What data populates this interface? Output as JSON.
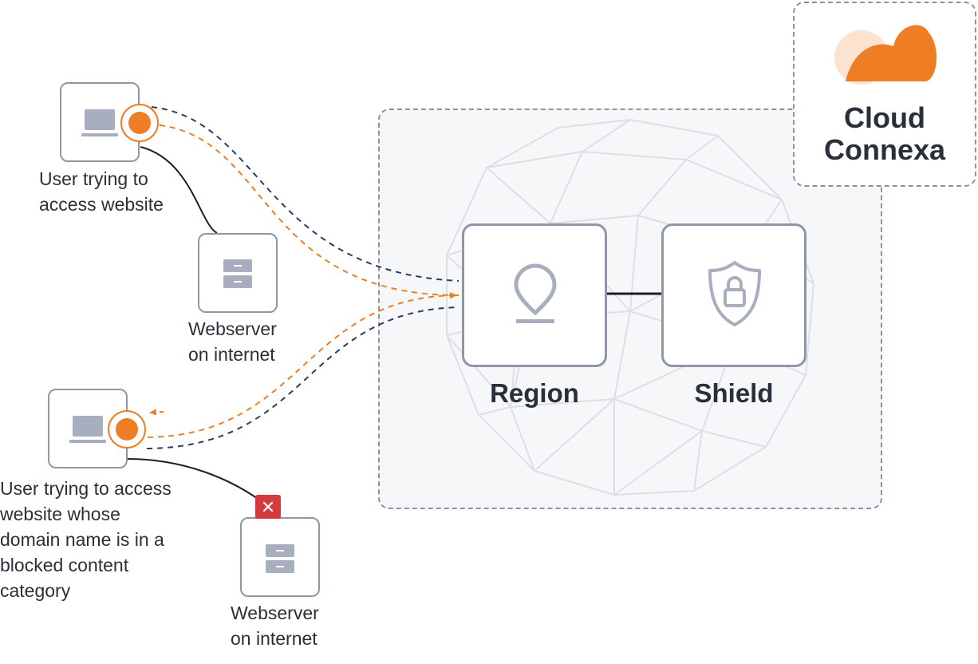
{
  "brand": {
    "name_line1": "Cloud",
    "name_line2": "Connexa"
  },
  "nodes": {
    "user_top": {
      "label_line1": "User trying to",
      "label_line2": "access website"
    },
    "webserver_top": {
      "label_line1": "Webserver",
      "label_line2": "on internet"
    },
    "user_bottom": {
      "label_lines": [
        "User trying to access",
        "website whose",
        "domain name is in a",
        "blocked content",
        "category"
      ]
    },
    "webserver_bottom": {
      "label_line1": "Webserver",
      "label_line2": "on internet"
    },
    "region": {
      "label": "Region"
    },
    "shield": {
      "label": "Shield"
    }
  },
  "colors": {
    "orange": "#ee7d23",
    "navy": "#2d3a66",
    "border": "#8f97a6",
    "block_red": "#d33b3f",
    "icon_gray": "#a7afbf"
  },
  "icons": {
    "laptop": "laptop-icon",
    "server": "server-icon",
    "pin": "location-pin-icon",
    "shield": "shield-lock-icon",
    "block": "blocked-x-icon",
    "logo": "cloud-logo-icon"
  }
}
